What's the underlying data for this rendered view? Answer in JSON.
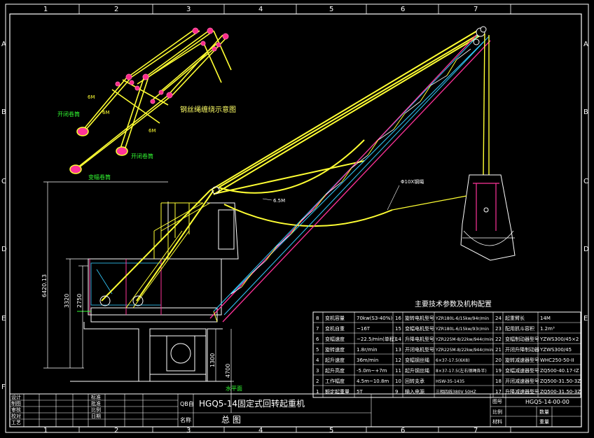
{
  "grid": {
    "columns": [
      "1",
      "2",
      "3",
      "4",
      "5",
      "6",
      "7"
    ],
    "rows": [
      "A",
      "B",
      "C",
      "D",
      "E",
      "F"
    ]
  },
  "rope_diagram": {
    "title": "钢丝绳缠绕示意图",
    "labels": {
      "open_close_drum_1": "开闭卷筒",
      "open_close_drum_2": "开闭卷筒",
      "luffing_drum": "变幅卷筒",
      "m1": "6M",
      "m2": "6M",
      "m3": "6M"
    }
  },
  "annotations": {
    "rope_dim": "6.5M",
    "rope_spec": "Φ10X钢绳",
    "water_level": "水平面"
  },
  "dimensions": {
    "total_height": "6420.13",
    "h1": "3320",
    "h2": "2750",
    "h3": "1300",
    "h4": "4700"
  },
  "spec_table": {
    "title": "主要技术参数及机构配置",
    "rows": [
      {
        "n1": "8",
        "k1": "变机容量",
        "v1": "70kw(S3-40%)",
        "n2": "16",
        "k2": "旋转电机型号",
        "v2": "YZR180L-6/15kw/94r/min",
        "n3": "24",
        "k3": "起重臂长",
        "v3": "14M"
      },
      {
        "n1": "7",
        "k1": "变机自重",
        "v1": "~16T",
        "n2": "15",
        "k2": "变幅电机型号",
        "v2": "YZR180L-6/15kw/93r/min",
        "n3": "23",
        "k3": "配用抓斗容积",
        "v3": "1.2m³"
      },
      {
        "n1": "6",
        "k1": "变幅速度",
        "v1": "~22.5/min(单程)",
        "n2": "14",
        "k2": "升降电机型号",
        "v2": "YZR225M-8/22kw/944r/min",
        "n3": "22",
        "k3": "变幅制动器型号",
        "v3": "YZWS300/45×2"
      },
      {
        "n1": "5",
        "k1": "旋转速度",
        "v1": "1.8r/min",
        "n2": "13",
        "k2": "开闭电机型号",
        "v2": "YZR225M-8/22kw/944r/min",
        "n3": "21",
        "k3": "开闭升降制动器",
        "v3": "YZWS300/45"
      },
      {
        "n1": "4",
        "k1": "起升速度",
        "v1": "36m/min",
        "n2": "12",
        "k2": "变幅钢丝绳",
        "v2": "6×37-17.5(6X8)",
        "n3": "20",
        "k3": "旋转减速器型号",
        "v3": "WHC250-50-II"
      },
      {
        "n1": "3",
        "k1": "起升高度",
        "v1": "-5.0m~+7m",
        "n2": "11",
        "k2": "起升钢丝绳",
        "v2": "8×37-17.5(左右钢绳各半)",
        "n3": "19",
        "k3": "变幅减速器型号",
        "v3": "ZQ500-40.17-IZ"
      },
      {
        "n1": "2",
        "k1": "工作幅度",
        "v1": "4.5m~10.8m",
        "n2": "10",
        "k2": "回转支承",
        "v2": "HSW-35-1435",
        "n3": "18",
        "k3": "开闭减速器型号",
        "v3": "ZQ500-31.50-3Z"
      },
      {
        "n1": "1",
        "k1": "额定起重量",
        "v1": "5T",
        "n2": "9",
        "k2": "输入电源",
        "v2": "三相四线380V 50HZ",
        "n3": "17",
        "k3": "升降减速器型号",
        "v3": "ZQ500-31.50-3Z"
      }
    ]
  },
  "title_block": {
    "left_labels": [
      "设计",
      "制图",
      "审核",
      "校对",
      "工艺"
    ],
    "mid_labels": [
      "标准",
      "批准",
      "比例",
      "日期"
    ],
    "project_code": "QB自",
    "machine_name": "HGQ5-14固定式回转起重机",
    "name_label": "名称",
    "drawing_name": "总  图",
    "drawing_no_label": "图号",
    "drawing_no": "HGQ5-14-00-00",
    "scale_label": "比例",
    "quantity_label": "数量",
    "material_label": "材料",
    "weight_label": "重量"
  }
}
